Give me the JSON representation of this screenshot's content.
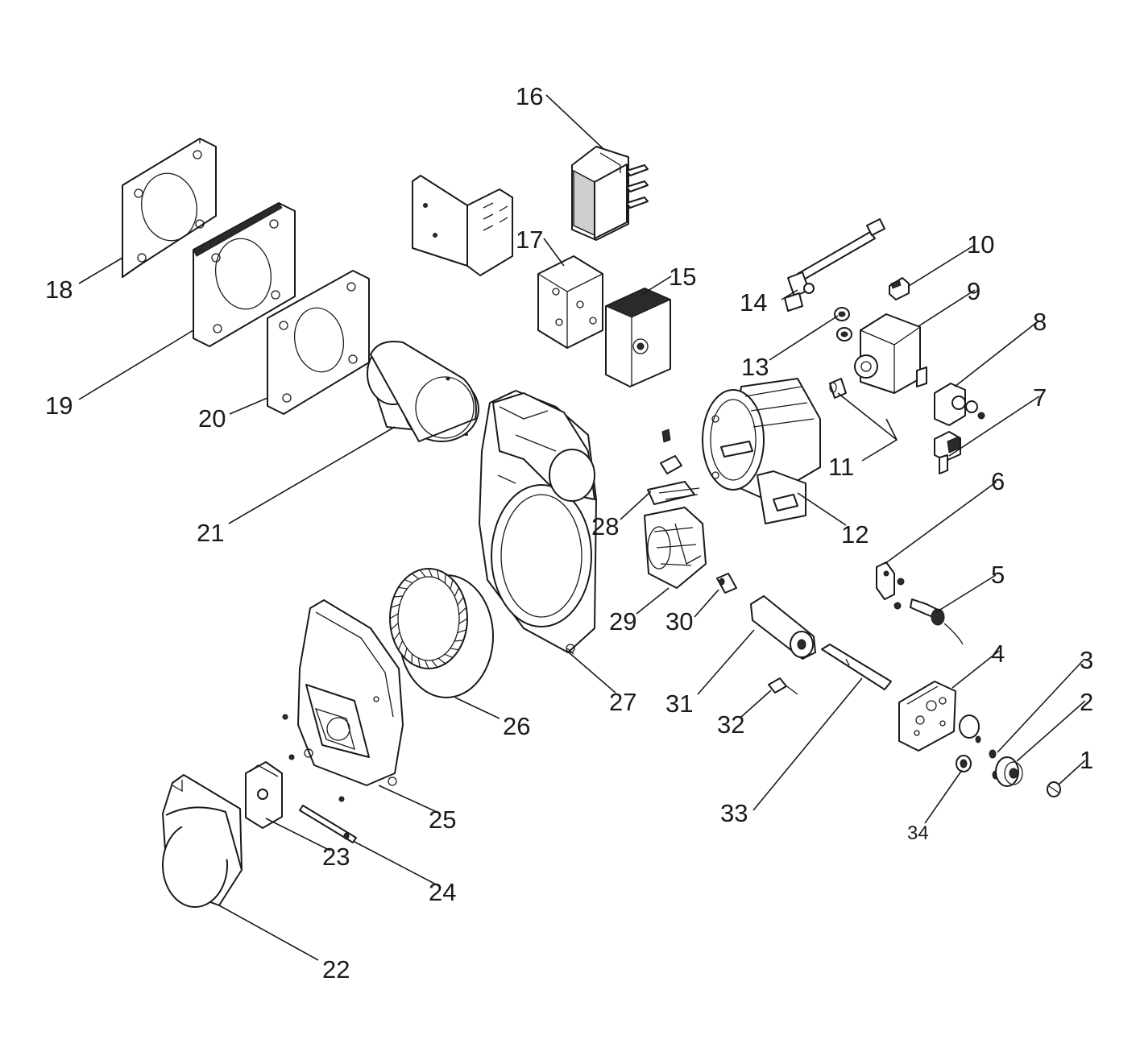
{
  "diagram": {
    "type": "exploded-parts-view",
    "callouts": [
      {
        "id": "c1",
        "label": "1"
      },
      {
        "id": "c2",
        "label": "2"
      },
      {
        "id": "c3",
        "label": "3"
      },
      {
        "id": "c4",
        "label": "4"
      },
      {
        "id": "c5",
        "label": "5"
      },
      {
        "id": "c6",
        "label": "6"
      },
      {
        "id": "c7",
        "label": "7"
      },
      {
        "id": "c8",
        "label": "8"
      },
      {
        "id": "c9",
        "label": "9"
      },
      {
        "id": "c10",
        "label": "10"
      },
      {
        "id": "c11",
        "label": "11"
      },
      {
        "id": "c12",
        "label": "12"
      },
      {
        "id": "c13",
        "label": "13"
      },
      {
        "id": "c14",
        "label": "14"
      },
      {
        "id": "c15",
        "label": "15"
      },
      {
        "id": "c16",
        "label": "16"
      },
      {
        "id": "c17",
        "label": "17"
      },
      {
        "id": "c18",
        "label": "18"
      },
      {
        "id": "c19",
        "label": "19"
      },
      {
        "id": "c20",
        "label": "20"
      },
      {
        "id": "c21",
        "label": "21"
      },
      {
        "id": "c22",
        "label": "22"
      },
      {
        "id": "c23",
        "label": "23"
      },
      {
        "id": "c24",
        "label": "24"
      },
      {
        "id": "c25",
        "label": "25"
      },
      {
        "id": "c26",
        "label": "26"
      },
      {
        "id": "c27",
        "label": "27"
      },
      {
        "id": "c28",
        "label": "28"
      },
      {
        "id": "c29",
        "label": "29"
      },
      {
        "id": "c30",
        "label": "30"
      },
      {
        "id": "c31",
        "label": "31"
      },
      {
        "id": "c32",
        "label": "32"
      },
      {
        "id": "c33",
        "label": "33"
      },
      {
        "id": "c34",
        "label": "34"
      }
    ]
  }
}
